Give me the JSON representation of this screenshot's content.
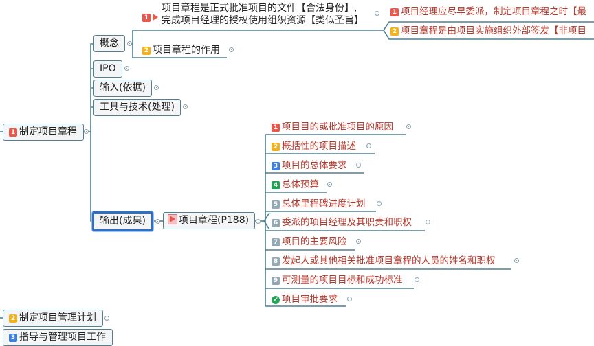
{
  "root": {
    "marker": "1",
    "label": "制定项目章程"
  },
  "branches": [
    {
      "label": "概念"
    },
    {
      "label": "IPO"
    },
    {
      "label": "输入(依据)"
    },
    {
      "label": "工具与技术(处理)"
    },
    {
      "label": "输出(成果)",
      "selected": true
    }
  ],
  "concept": {
    "child1": {
      "marker": "1",
      "icon": "flag-icon",
      "line1": "项目章程是正式批准项目的文件【合法身份】,",
      "line2": "完成项目经理的授权使用组织资源【类似圣旨】",
      "notes": [
        {
          "marker": "1",
          "text": "项目经理应尽早委派，制定项目章程之时【最"
        },
        {
          "marker": "2",
          "text": "项目章程是由项目实施组织外部签发【非项目"
        }
      ]
    },
    "child2": {
      "marker": "2",
      "label": "项目章程的作用"
    }
  },
  "output": {
    "charter": {
      "icon": "flag-icon",
      "label": "项目章程(P188)"
    },
    "items": [
      {
        "marker": "1",
        "label": "项目目的或批准项目的原因"
      },
      {
        "marker": "2",
        "label": "概括性的项目描述"
      },
      {
        "marker": "3",
        "label": "项目的总体要求"
      },
      {
        "marker": "4",
        "label": "总体预算"
      },
      {
        "marker": "5",
        "label": "总体里程碑进度计划"
      },
      {
        "marker": "6",
        "label": "委派的项目经理及其职责和职权"
      },
      {
        "marker": "7",
        "label": "项目的主要风险"
      },
      {
        "marker": "8",
        "label": "发起人或其他相关批准项目章程的人员的姓名和职权"
      },
      {
        "marker": "9",
        "label": "可测量的项目目标和成功标准"
      },
      {
        "marker": "✔",
        "label": "项目审批要求"
      }
    ]
  },
  "siblings": [
    {
      "marker": "2",
      "label": "制定项目管理计划"
    },
    {
      "marker": "3",
      "label": "指导与管理项目工作"
    }
  ],
  "colors": {
    "line": "#4e7f93",
    "text_red": "#b8382c",
    "selected": "#2f6fc4"
  }
}
